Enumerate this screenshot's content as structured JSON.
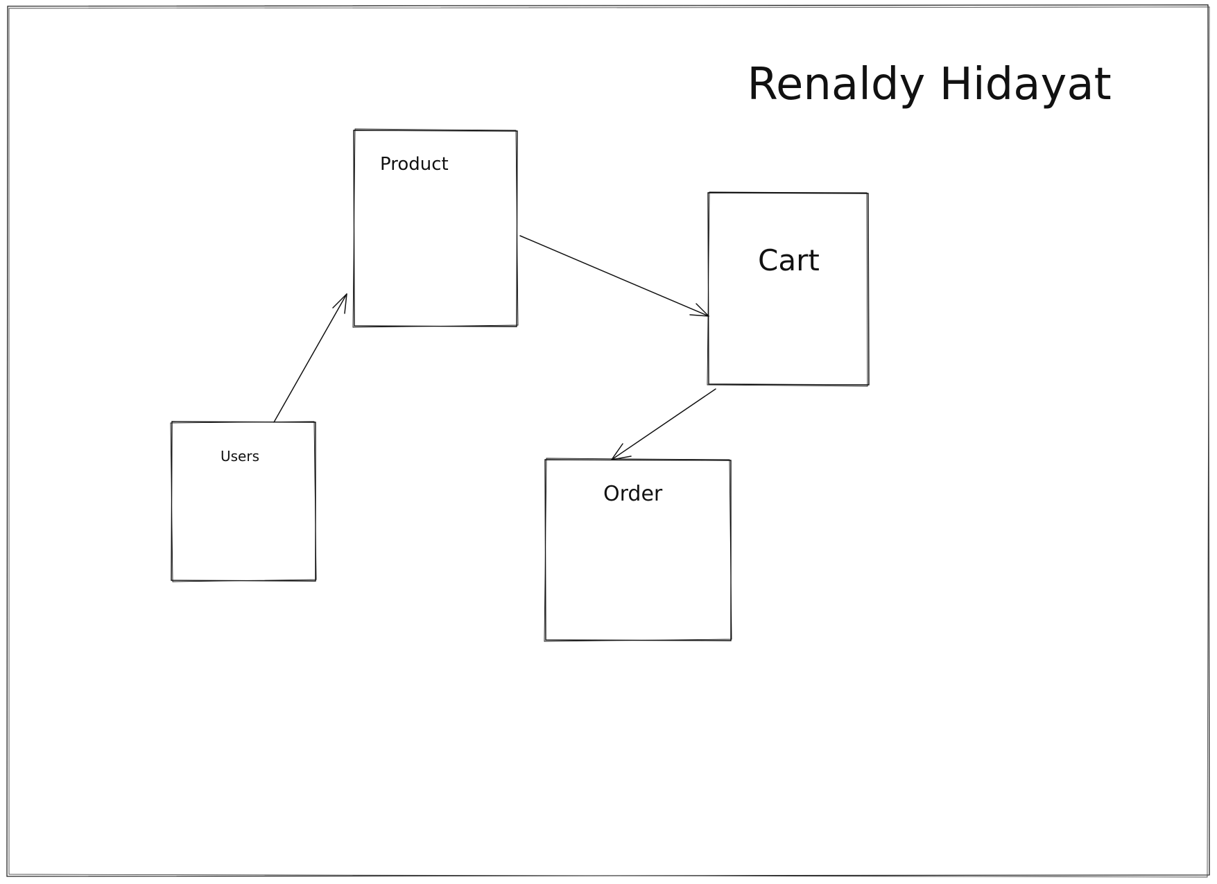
{
  "diagram": {
    "title": "Renaldy Hidayat",
    "nodes": {
      "product": {
        "label": "Product"
      },
      "cart": {
        "label": "Cart"
      },
      "users": {
        "label": "Users"
      },
      "order": {
        "label": "Order"
      }
    },
    "edges": [
      {
        "from": "users",
        "to": "product"
      },
      {
        "from": "product",
        "to": "cart"
      },
      {
        "from": "cart",
        "to": "order"
      }
    ]
  }
}
